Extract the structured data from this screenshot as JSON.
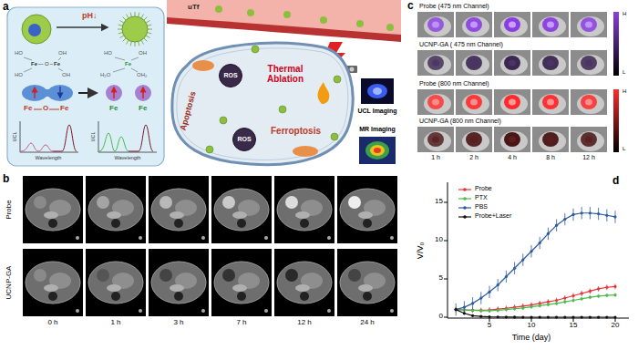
{
  "diagram": {
    "nodes": [
      {
        "text": [
          "Apoptosis",
          "Thermal Ablation",
          "Ferroptosis"
        ]
      },
      {
        "text": [
          "ROS"
        ],
        "in": 0
      },
      {
        "text": [
          "ROS"
        ],
        "in": 0
      }
    ],
    "labels": [
      "a",
      "pH↓",
      "HO",
      "OH",
      "Fe",
      "O",
      "Fe",
      "HO",
      "OH",
      "HO",
      "OH",
      "Fe",
      "H₂O",
      "OH₂",
      "Fe",
      "O",
      "Fe",
      "Fe",
      "Fe",
      "UCL",
      "Wavelength",
      "UCL",
      "Wavelength",
      "uTf",
      "UCL Imaging",
      "MR Imaging",
      "b",
      "Probe",
      "UCNP-GA",
      "0 h",
      "1 h",
      "3 h",
      "7 h",
      "12 h",
      "24 h",
      "c",
      "Probe (475 nm Channel)",
      "UCNP-GA ( 475 nm Channel)",
      "Probe (800 nm Channel)",
      "UCNP-GA (800 nm Channel)",
      "H",
      "L",
      "H",
      "L",
      "1 h",
      "2 h",
      "4 h",
      "8 h",
      "12 h",
      "d",
      "V/V₀",
      "0",
      "5",
      "10",
      "15",
      "5",
      "10",
      "15",
      "20",
      "Time (day)"
    ],
    "legend": [
      {
        "text": "Probe"
      },
      {
        "text": "PTX"
      },
      {
        "text": "PBS"
      },
      {
        "text": "Probe+Laser"
      }
    ]
  }
}
